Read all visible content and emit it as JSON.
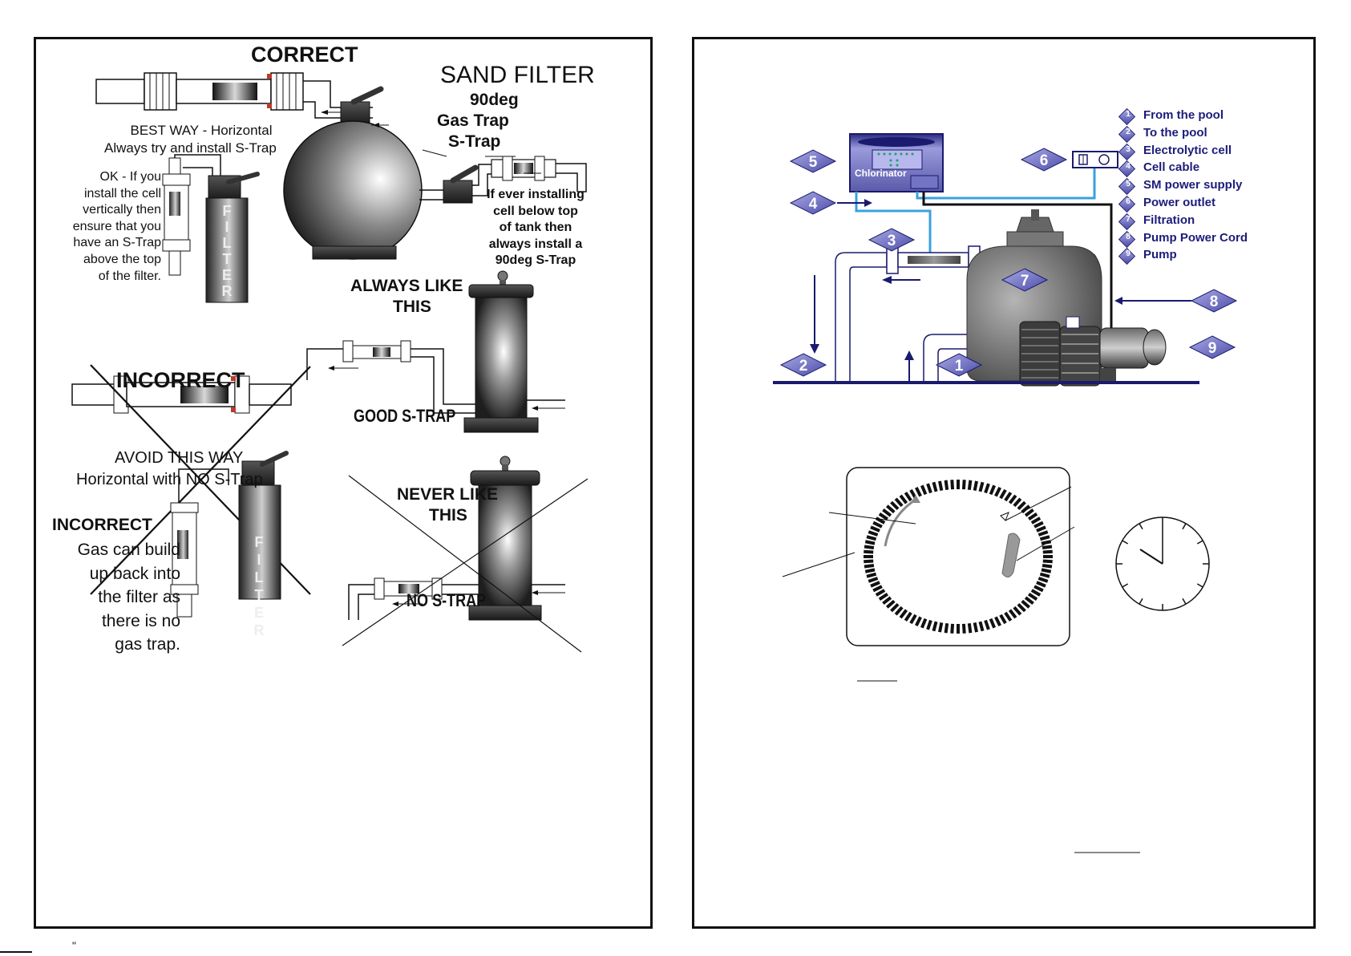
{
  "left": {
    "correct_title": "CORRECT",
    "sand_filter_title": "SAND FILTER",
    "gas_trap_label": [
      "90deg",
      "Gas Trap",
      "S-Trap"
    ],
    "best_way": [
      "BEST WAY - Horizontal",
      "Always try and install S-Trap"
    ],
    "ok_note": [
      "OK - If you",
      "install the cell",
      "vertically then",
      "ensure that you",
      "have an S-Trap",
      "above the top",
      "of the filter."
    ],
    "below_tank_note": [
      "If ever installing",
      "cell below top",
      "of tank then",
      "always install a",
      "90deg S-Trap"
    ],
    "filter_letters": [
      "F",
      "I",
      "L",
      "T",
      "E",
      "R"
    ],
    "always_like_this": [
      "ALWAYS LIKE",
      "THIS"
    ],
    "good_strap": "GOOD S-TRAP",
    "incorrect_title": "INCORRECT",
    "avoid_way": [
      "AVOID THIS WAY",
      "Horizontal with NO S-Trap"
    ],
    "incorrect_note_title": "INCORRECT",
    "incorrect_note": [
      "Gas can build",
      "up back into",
      "the filter as",
      "there is no",
      "gas trap."
    ],
    "never_like_this": [
      "NEVER LIKE",
      "THIS"
    ],
    "no_strap": "NO S-TRAP"
  },
  "right": {
    "chlorinator_label": "Chlorinator",
    "badges": [
      "1",
      "2",
      "3",
      "4",
      "5",
      "6",
      "7",
      "8",
      "9"
    ],
    "legend": [
      {
        "num": "1",
        "text": "From the pool"
      },
      {
        "num": "2",
        "text": "To the pool"
      },
      {
        "num": "3",
        "text": "Electrolytic cell"
      },
      {
        "num": "4",
        "text": "Cell cable"
      },
      {
        "num": "5",
        "text": "SM power supply"
      },
      {
        "num": "6",
        "text": "Power outlet"
      },
      {
        "num": "7",
        "text": "Filtration"
      },
      {
        "num": "8",
        "text": "Pump Power Cord"
      },
      {
        "num": "9",
        "text": "Pump"
      }
    ],
    "colors": {
      "navy": "#1a1a6e",
      "badge": "#7a7acb",
      "cable": "#3aa0e0",
      "legend_text": "#1c1c7a"
    }
  },
  "footer": {
    "mark": "\""
  }
}
